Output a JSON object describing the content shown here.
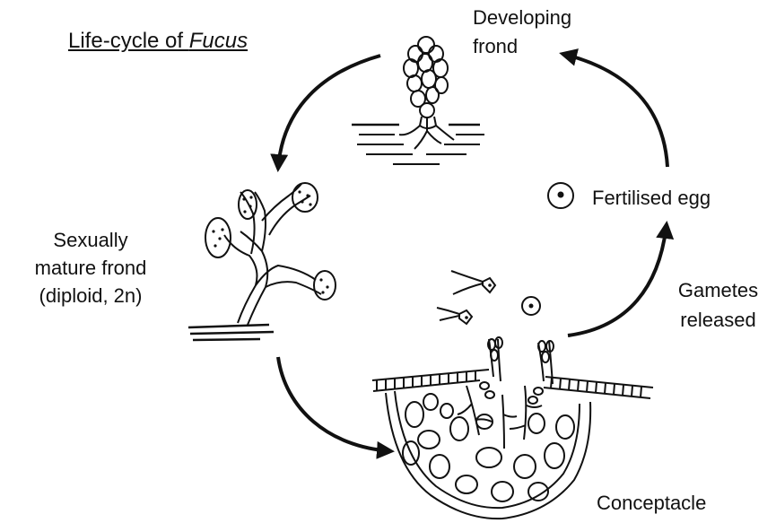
{
  "title": {
    "prefix": "Life-cycle of ",
    "genus": "Fucus"
  },
  "labels": {
    "developing_frond_line1": "Developing",
    "developing_frond_line2": "frond",
    "fertilised_egg": "Fertilised egg",
    "sexually_mature_line1": "Sexually",
    "sexually_mature_line2": "mature frond",
    "sexually_mature_line3": "(diploid, 2n)",
    "gametes_line1": "Gametes",
    "gametes_line2": "released",
    "conceptacle": "Conceptacle"
  },
  "cycle_stages": [
    "Developing frond",
    "Sexually mature frond (diploid, 2n)",
    "Conceptacle",
    "Gametes released",
    "Fertilised egg"
  ],
  "colors": {
    "ink": "#111111",
    "background": "#ffffff"
  }
}
